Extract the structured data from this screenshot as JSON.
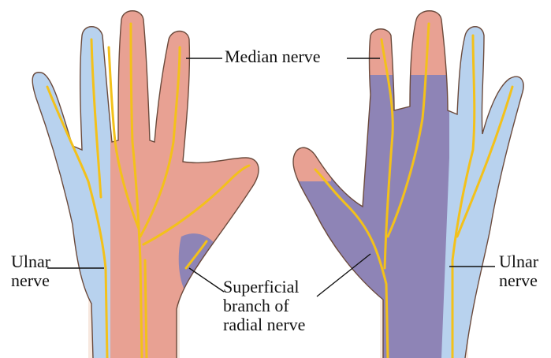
{
  "labels": {
    "median_nerve": "Median nerve",
    "ulnar_nerve_left": [
      "Ulnar",
      "nerve"
    ],
    "superficial_branch": [
      "Superficial",
      "branch of",
      "radial nerve"
    ],
    "ulnar_nerve_right": [
      "Ulnar",
      "nerve"
    ]
  },
  "regions": [
    {
      "name": "median-nerve-area",
      "color": "#e8a193"
    },
    {
      "name": "ulnar-nerve-area",
      "color": "#b8d2ee"
    },
    {
      "name": "radial-nerve-area",
      "color": "#8e84b6"
    }
  ],
  "colors": {
    "nerve": "#f3c11a",
    "skin": "#f7e8df",
    "outline": "#6b4a3c"
  }
}
